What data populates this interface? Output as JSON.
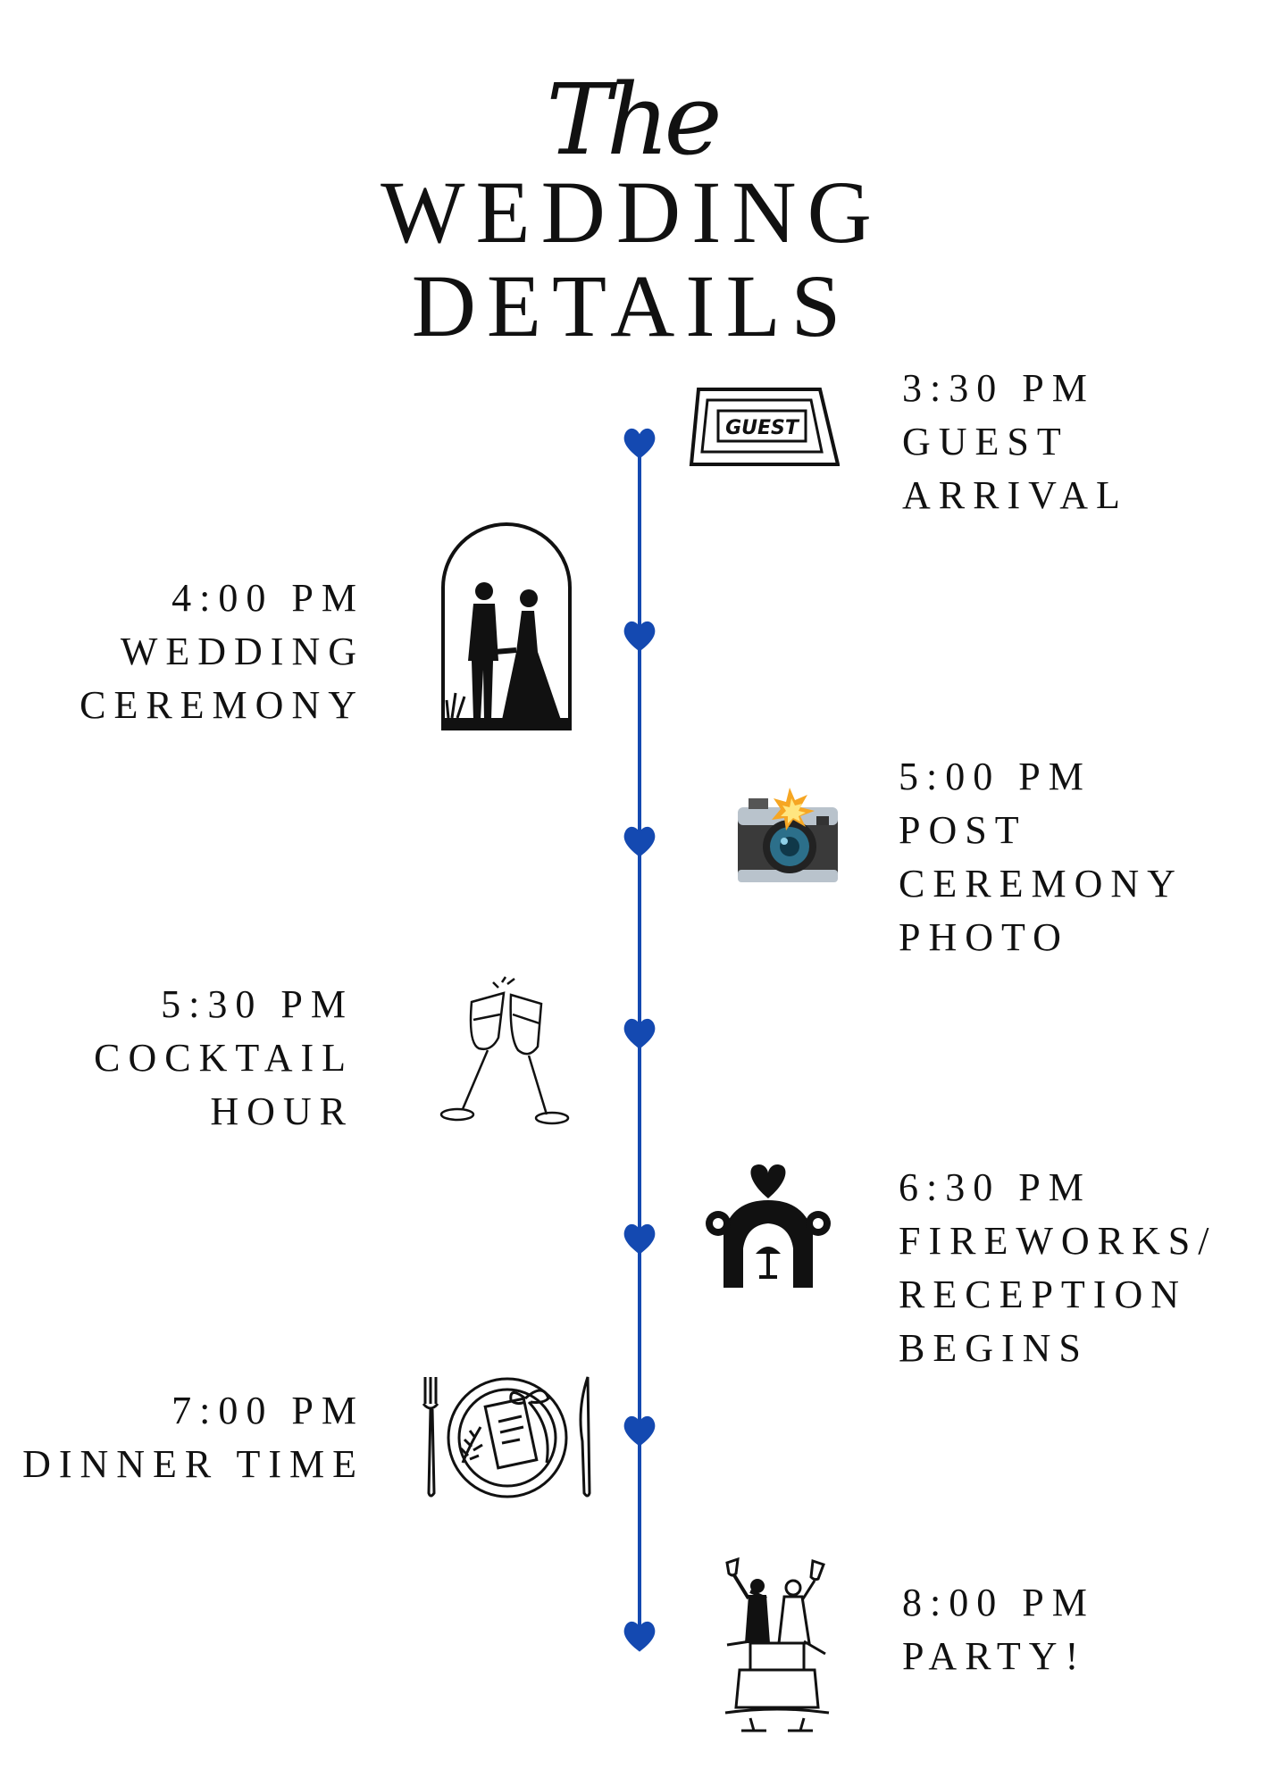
{
  "header": {
    "script": "The",
    "line1": "WEDDING",
    "line2": "DETAILS"
  },
  "colors": {
    "accent": "#1449b1",
    "ink": "#111111"
  },
  "events": [
    {
      "time": "3:30 PM",
      "lines": [
        "GUEST",
        "ARRIVAL"
      ],
      "icon": "guest-ticket-icon",
      "icon_text": "GUEST"
    },
    {
      "time": "4:00 PM",
      "lines": [
        "WEDDING",
        "CEREMONY"
      ],
      "icon": "couple-silhouette-icon"
    },
    {
      "time": "5:00 PM",
      "lines": [
        "POST",
        "CEREMONY",
        "PHOTO"
      ],
      "icon": "camera-flash-icon"
    },
    {
      "time": "5:30 PM",
      "lines": [
        "COCKTAIL",
        "HOUR"
      ],
      "icon": "champagne-toast-icon"
    },
    {
      "time": "6:30 PM",
      "lines": [
        "FIREWORKS/",
        "RECEPTION",
        "BEGINS"
      ],
      "icon": "reception-arch-icon"
    },
    {
      "time": "7:00 PM",
      "lines": [
        "DINNER TIME"
      ],
      "icon": "dinner-plate-icon"
    },
    {
      "time": "8:00 PM",
      "lines": [
        "PARTY!"
      ],
      "icon": "wedding-cake-couple-icon"
    }
  ]
}
